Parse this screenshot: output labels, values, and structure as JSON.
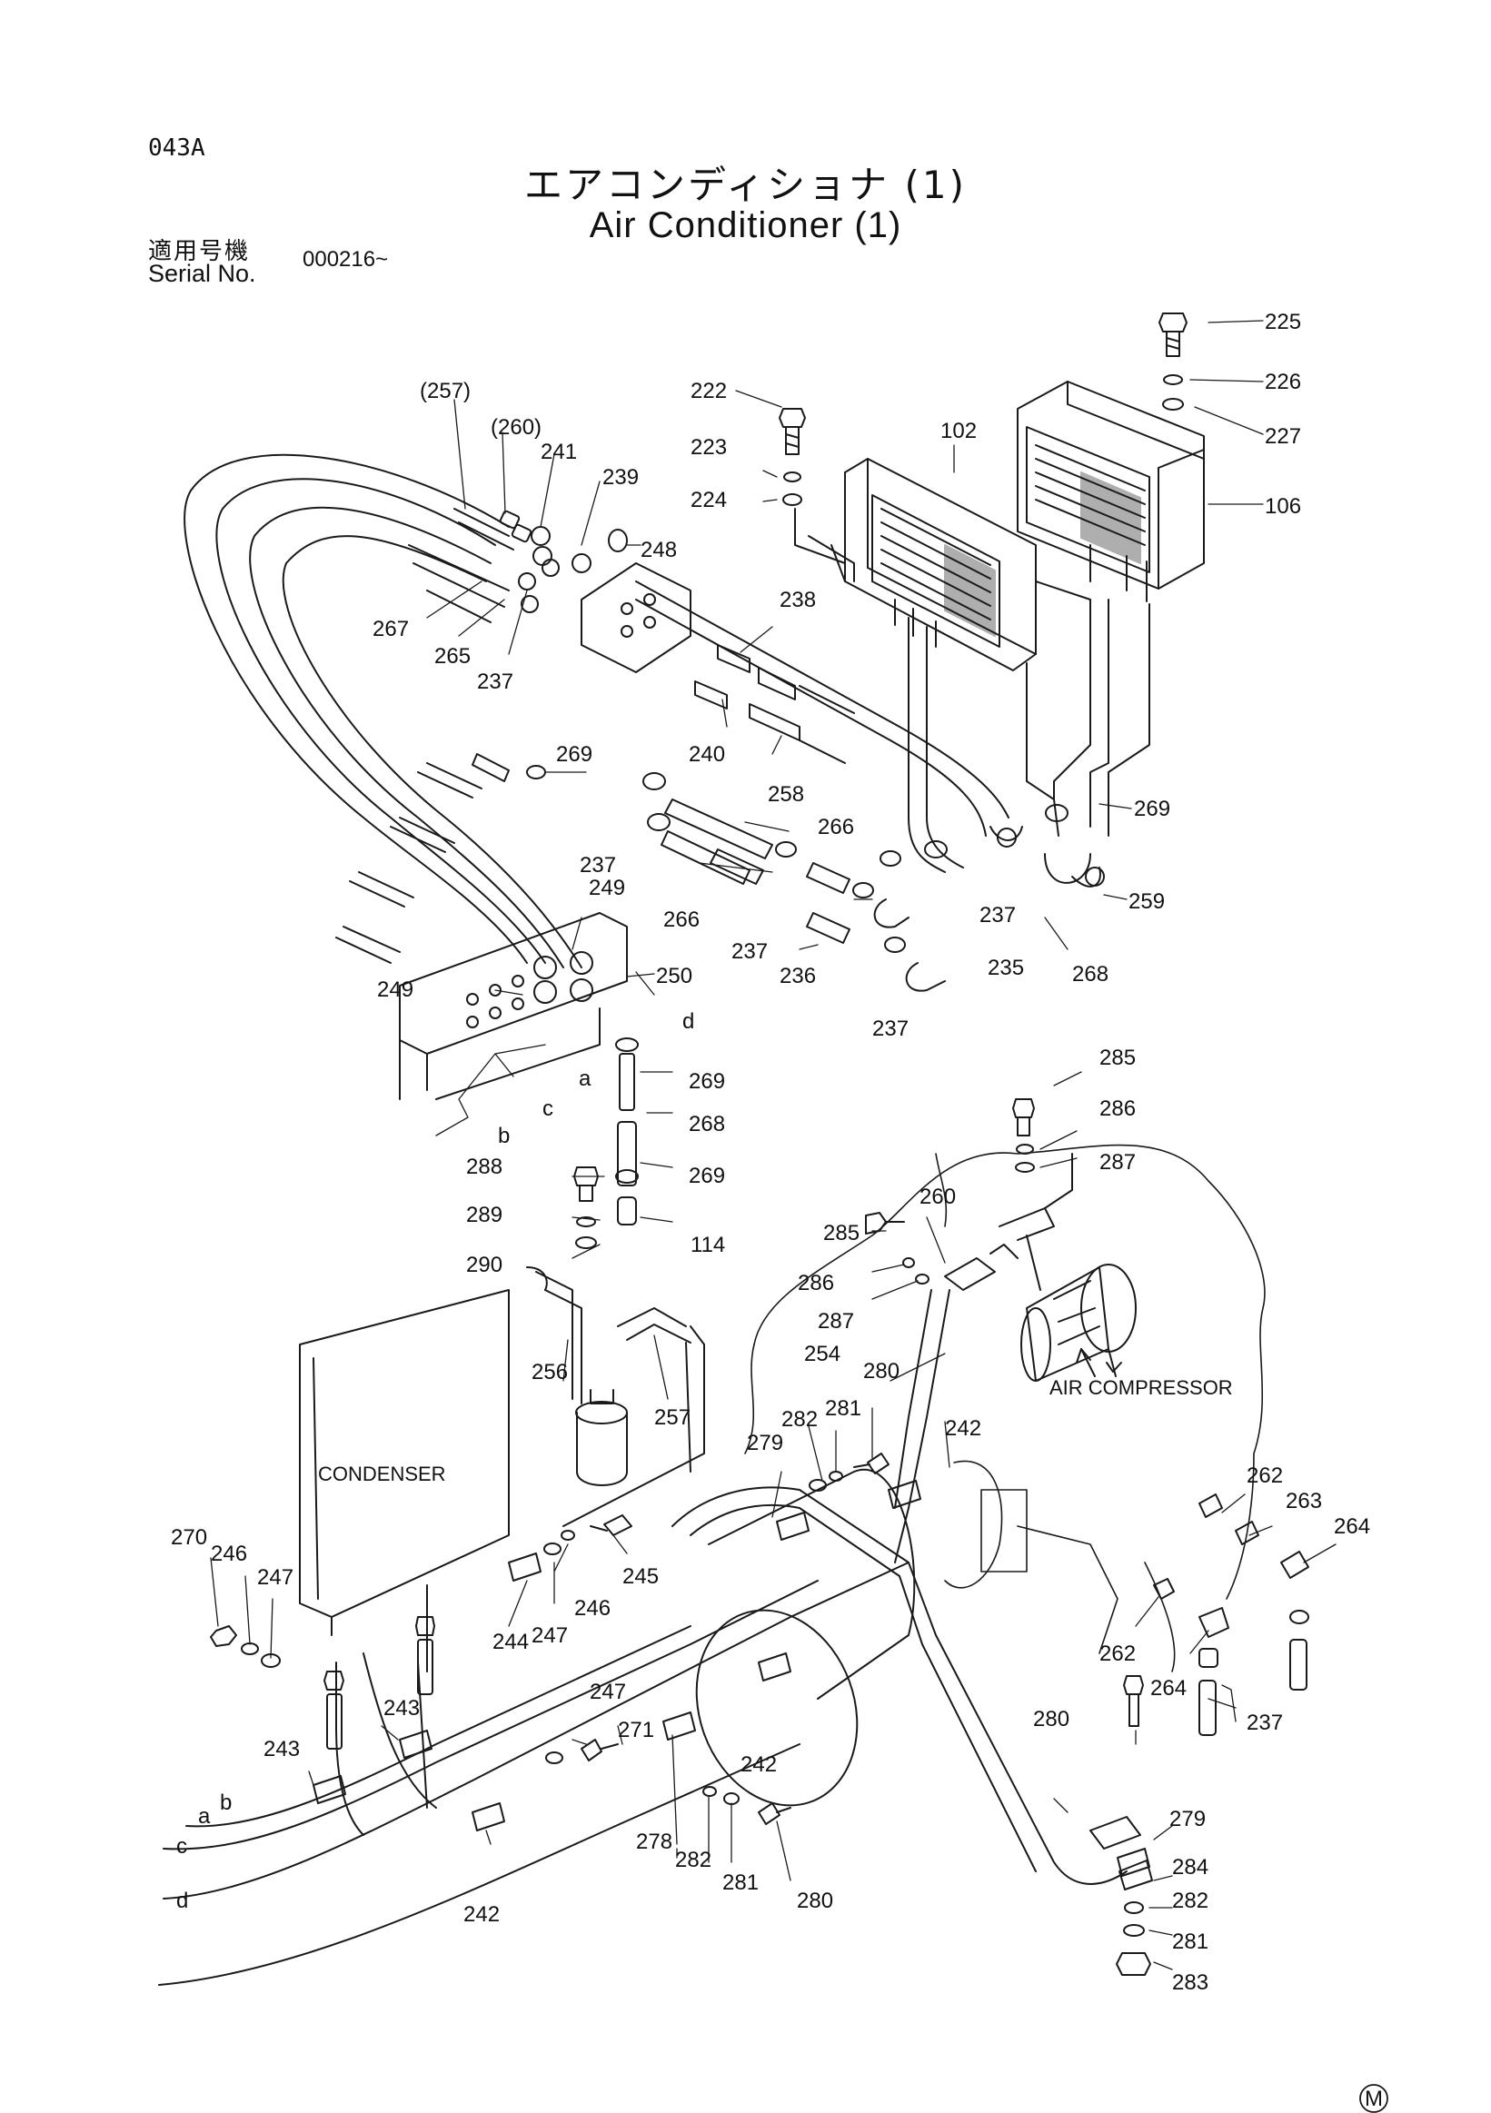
{
  "header": {
    "page_code": "043A",
    "title_jp": "エアコンディショナ (1)",
    "title_en": "Air Conditioner (1)",
    "serial_label_jp": "適用号機",
    "serial_label_en": "Serial No.",
    "serial_value": "000216~"
  },
  "component_labels": {
    "condenser": "CONDENSER",
    "air_compressor": "AIR COMPRESSOR"
  },
  "line_letters": [
    "a",
    "b",
    "c",
    "d"
  ],
  "mark": "M",
  "callouts": [
    {
      "id": "c225",
      "text": "225"
    },
    {
      "id": "c226",
      "text": "226"
    },
    {
      "id": "c227",
      "text": "227"
    },
    {
      "id": "c106",
      "text": "106"
    },
    {
      "id": "c102",
      "text": "102"
    },
    {
      "id": "c222",
      "text": "222"
    },
    {
      "id": "c223",
      "text": "223"
    },
    {
      "id": "c224",
      "text": "224"
    },
    {
      "id": "c257p",
      "text": "(257)"
    },
    {
      "id": "c260p",
      "text": "(260)"
    },
    {
      "id": "c241",
      "text": "241"
    },
    {
      "id": "c239",
      "text": "239"
    },
    {
      "id": "c248",
      "text": "248"
    },
    {
      "id": "c267",
      "text": "267"
    },
    {
      "id": "c265",
      "text": "265"
    },
    {
      "id": "c237a",
      "text": "237"
    },
    {
      "id": "c238",
      "text": "238"
    },
    {
      "id": "c240",
      "text": "240"
    },
    {
      "id": "c258",
      "text": "258"
    },
    {
      "id": "c269a",
      "text": "269"
    },
    {
      "id": "c269b",
      "text": "269"
    },
    {
      "id": "c259",
      "text": "259"
    },
    {
      "id": "c268a",
      "text": "268"
    },
    {
      "id": "c266a",
      "text": "266"
    },
    {
      "id": "c266b",
      "text": "266"
    },
    {
      "id": "c237b",
      "text": "237"
    },
    {
      "id": "c249a",
      "text": "249"
    },
    {
      "id": "c237c",
      "text": "237"
    },
    {
      "id": "c236",
      "text": "236"
    },
    {
      "id": "c237d",
      "text": "237"
    },
    {
      "id": "c235",
      "text": "235"
    },
    {
      "id": "c237e",
      "text": "237"
    },
    {
      "id": "c249b",
      "text": "249"
    },
    {
      "id": "c250",
      "text": "250"
    },
    {
      "id": "cd1",
      "text": "d"
    },
    {
      "id": "ca1",
      "text": "a"
    },
    {
      "id": "cc1",
      "text": "c"
    },
    {
      "id": "cb1",
      "text": "b"
    },
    {
      "id": "c269c",
      "text": "269"
    },
    {
      "id": "c268b",
      "text": "268"
    },
    {
      "id": "c269d",
      "text": "269"
    },
    {
      "id": "c114",
      "text": "114"
    },
    {
      "id": "c288",
      "text": "288"
    },
    {
      "id": "c289",
      "text": "289"
    },
    {
      "id": "c290",
      "text": "290"
    },
    {
      "id": "c285a",
      "text": "285"
    },
    {
      "id": "c286a",
      "text": "286"
    },
    {
      "id": "c287a",
      "text": "287"
    },
    {
      "id": "c260",
      "text": "260"
    },
    {
      "id": "c285b",
      "text": "285"
    },
    {
      "id": "c286b",
      "text": "286"
    },
    {
      "id": "c287b",
      "text": "287"
    },
    {
      "id": "c254",
      "text": "254"
    },
    {
      "id": "c280a",
      "text": "280"
    },
    {
      "id": "c256",
      "text": "256"
    },
    {
      "id": "c257",
      "text": "257"
    },
    {
      "id": "c282a",
      "text": "282"
    },
    {
      "id": "c281a",
      "text": "281"
    },
    {
      "id": "c279a",
      "text": "279"
    },
    {
      "id": "c242a",
      "text": "242"
    },
    {
      "id": "c262a",
      "text": "262"
    },
    {
      "id": "c263",
      "text": "263"
    },
    {
      "id": "c264a",
      "text": "264"
    },
    {
      "id": "c270",
      "text": "270"
    },
    {
      "id": "c246a",
      "text": "246"
    },
    {
      "id": "c247a",
      "text": "247"
    },
    {
      "id": "c245",
      "text": "245"
    },
    {
      "id": "c246b",
      "text": "246"
    },
    {
      "id": "c247b",
      "text": "247"
    },
    {
      "id": "c244",
      "text": "244"
    },
    {
      "id": "c262b",
      "text": "262"
    },
    {
      "id": "c264b",
      "text": "264"
    },
    {
      "id": "c237f",
      "text": "237"
    },
    {
      "id": "c243a",
      "text": "243"
    },
    {
      "id": "c243b",
      "text": "243"
    },
    {
      "id": "c247c",
      "text": "247"
    },
    {
      "id": "c271",
      "text": "271"
    },
    {
      "id": "c242b",
      "text": "242"
    },
    {
      "id": "c280b",
      "text": "280"
    },
    {
      "id": "c279b",
      "text": "279"
    },
    {
      "id": "c284",
      "text": "284"
    },
    {
      "id": "c282b",
      "text": "282"
    },
    {
      "id": "c281b",
      "text": "281"
    },
    {
      "id": "c283",
      "text": "283"
    },
    {
      "id": "c278",
      "text": "278"
    },
    {
      "id": "c282c",
      "text": "282"
    },
    {
      "id": "c281c",
      "text": "281"
    },
    {
      "id": "c280c",
      "text": "280"
    },
    {
      "id": "c242c",
      "text": "242"
    },
    {
      "id": "ca2",
      "text": "a"
    },
    {
      "id": "cb2",
      "text": "b"
    },
    {
      "id": "cc2",
      "text": "c"
    },
    {
      "id": "cd2",
      "text": "d"
    }
  ]
}
